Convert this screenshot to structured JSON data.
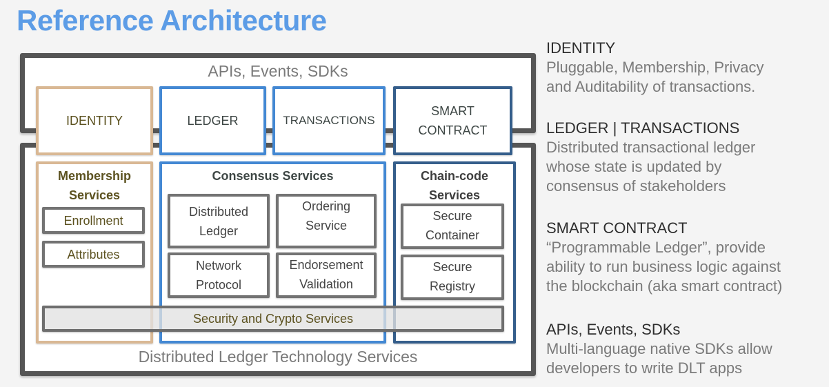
{
  "title": "Reference Architecture",
  "diagram": {
    "top_layer": {
      "label": "APIs, Events, SDKs",
      "boxes": {
        "identity": "IDENTITY",
        "ledger": "LEDGER",
        "transactions": "TRANSACTIONS",
        "smart_contract": [
          "SMART",
          "CONTRACT"
        ]
      }
    },
    "bottom_layer": {
      "label": "Distributed Ledger Technology Services",
      "membership": {
        "title": [
          "Membership",
          "Services"
        ],
        "items": [
          "Enrollment",
          "Attributes"
        ]
      },
      "consensus": {
        "title": "Consensus Services",
        "items": [
          [
            "Distributed",
            "Ledger"
          ],
          [
            "Ordering",
            "Service"
          ],
          [
            "Network",
            "Protocol"
          ],
          [
            "Endorsement",
            "Validation"
          ]
        ]
      },
      "chaincode": {
        "title": [
          "Chain-code",
          "Services"
        ],
        "items": [
          [
            "Secure",
            "Container"
          ],
          [
            "Secure",
            "Registry"
          ]
        ]
      },
      "security_bar": "Security and Crypto Services"
    }
  },
  "descriptions": [
    {
      "heading": "IDENTITY",
      "lines": [
        "Pluggable, Membership, Privacy",
        "and Auditability of transactions."
      ]
    },
    {
      "heading": "LEDGER | TRANSACTIONS",
      "lines": [
        "Distributed transactional ledger",
        "whose state is updated by",
        "consensus of stakeholders"
      ]
    },
    {
      "heading": "SMART CONTRACT",
      "lines": [
        "“Programmable Ledger”, provide",
        "ability to run business logic against",
        "the blockchain (aka smart contract)"
      ]
    },
    {
      "heading": "APIs, Events, SDKs",
      "lines": [
        "Multi-language native SDKs allow",
        "developers to write DLT apps"
      ]
    }
  ],
  "colors": {
    "title": "#5c9ce6",
    "identity_border": "#d9b894",
    "ledger_border": "#4388d3",
    "smart_contract_border": "#355e8b",
    "frame": "#555555",
    "olive_text": "#5c5220"
  }
}
